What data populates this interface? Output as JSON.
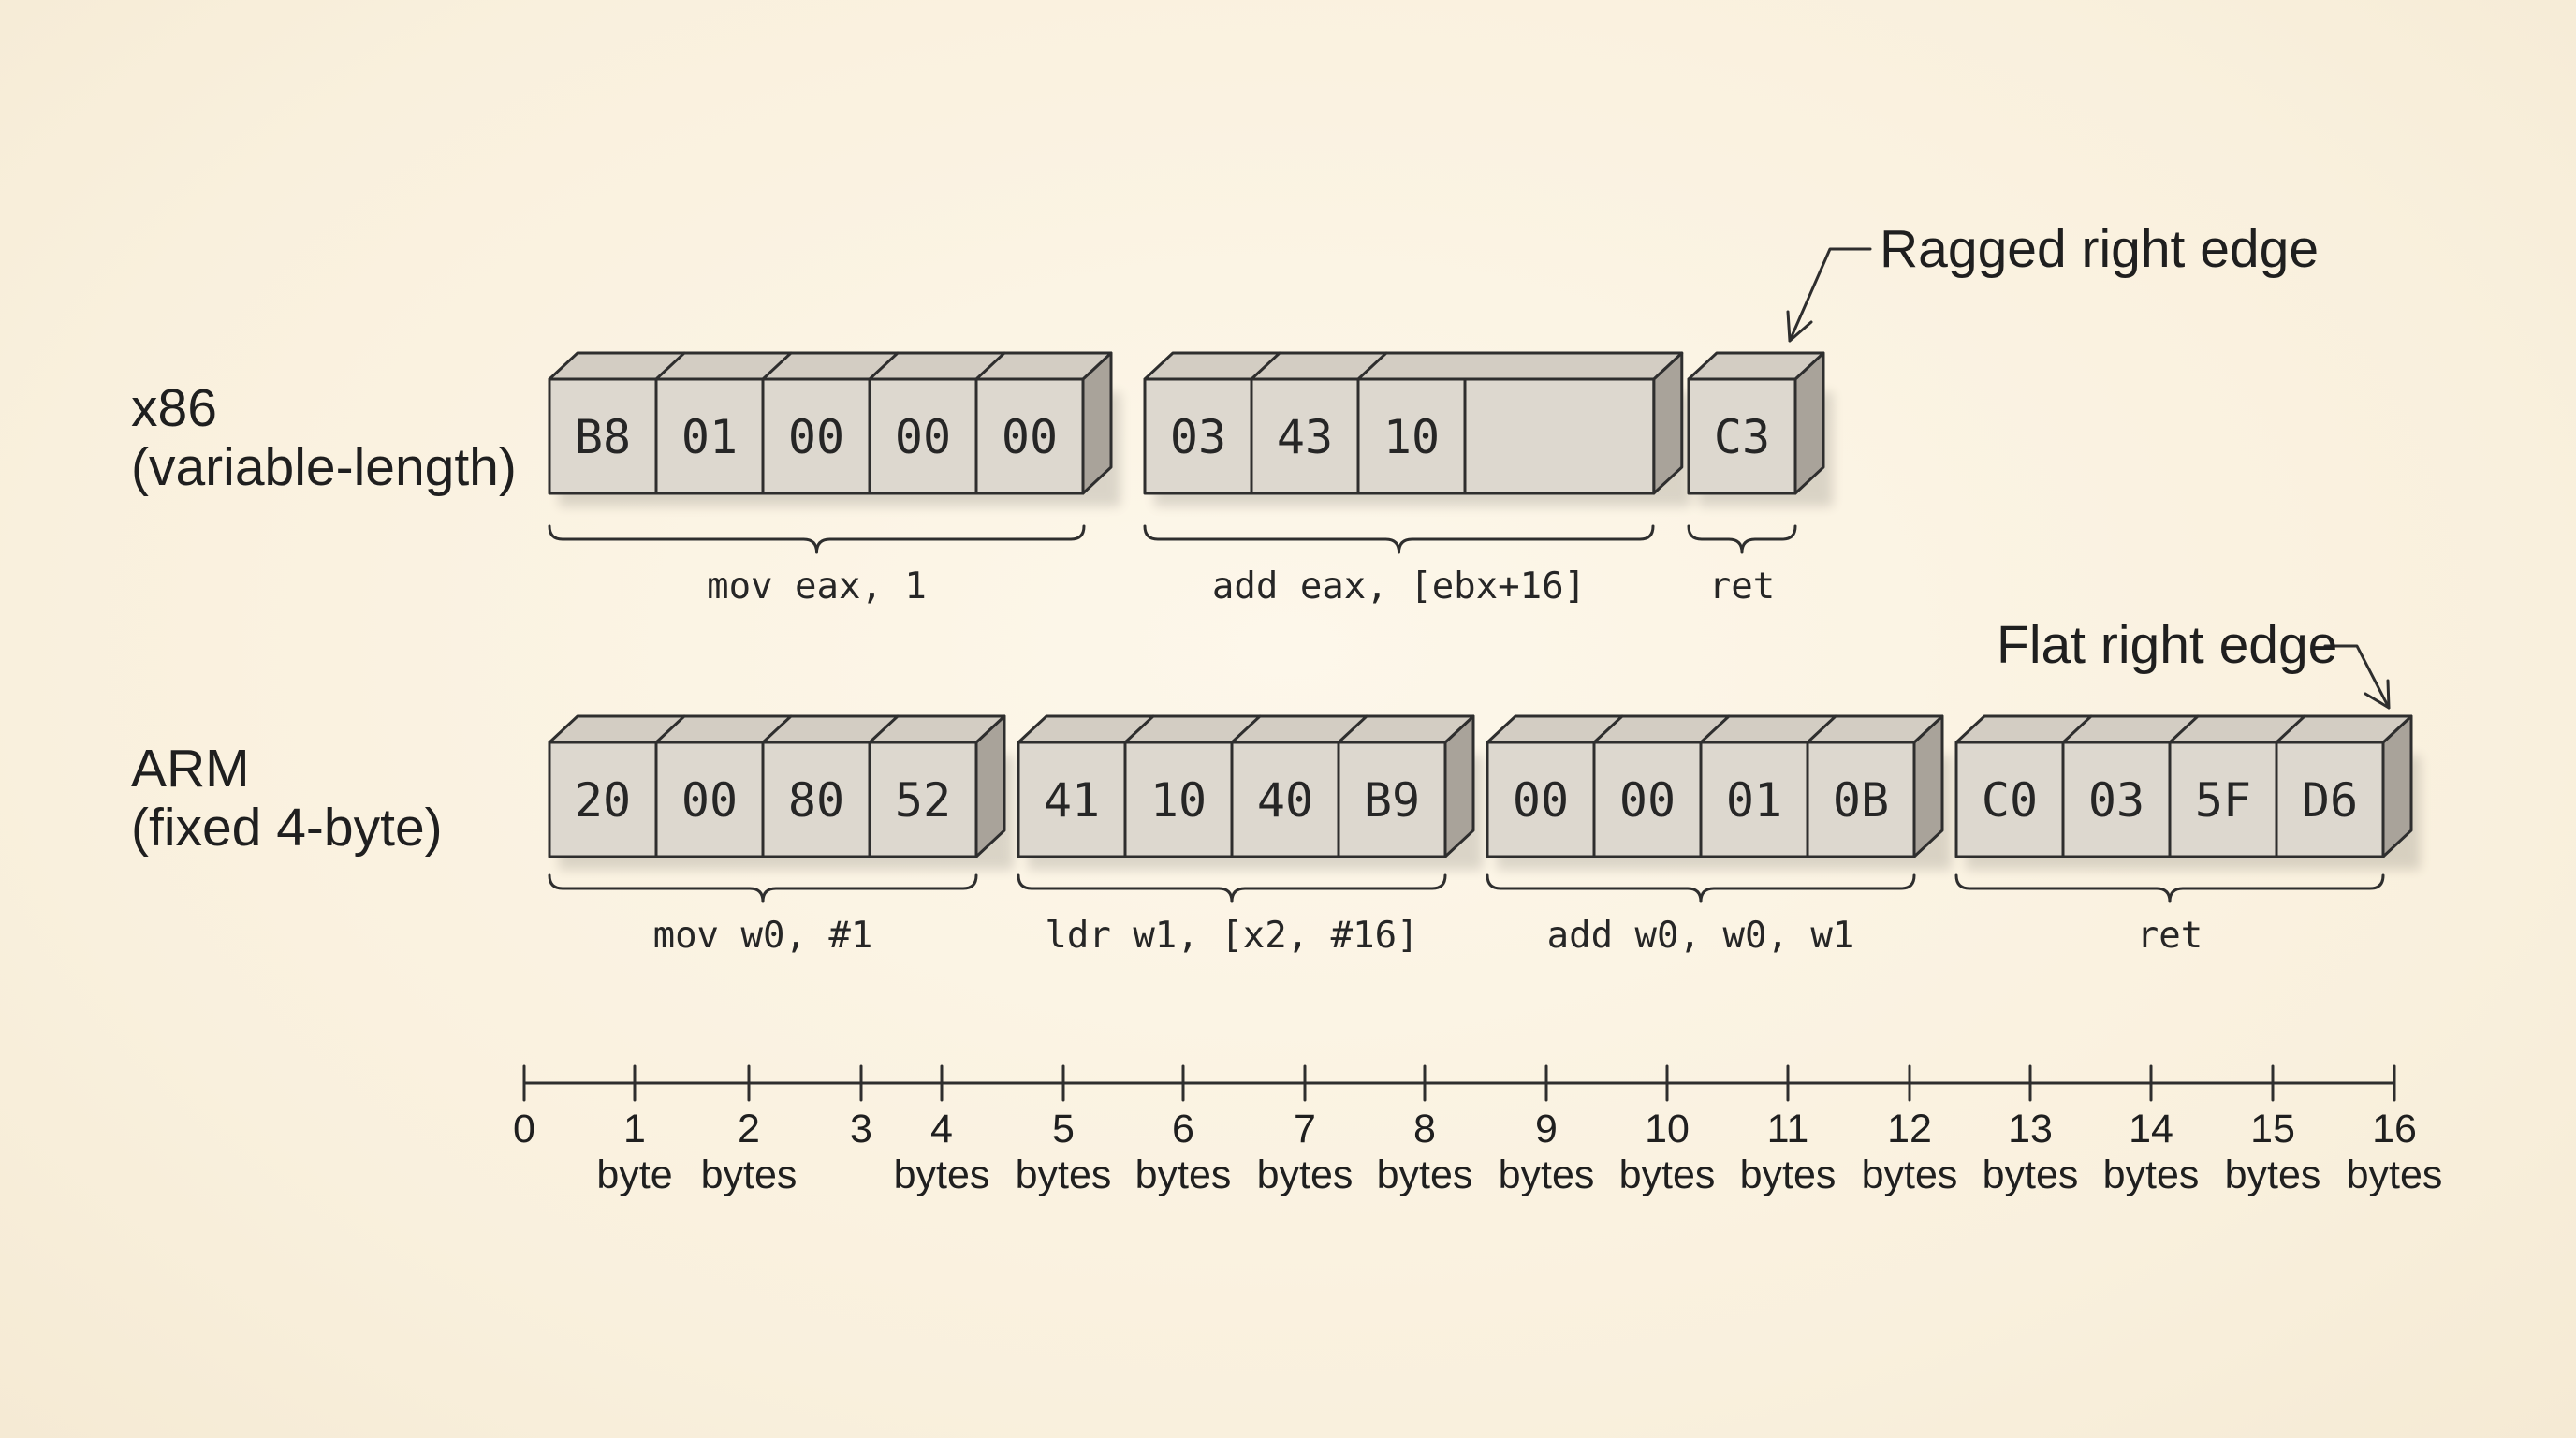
{
  "rows": [
    {
      "id": "x86",
      "label_line1": "x86",
      "label_line2": "(variable-length)",
      "instructions": [
        {
          "name": "mov-eax-1",
          "bytes": [
            "B8",
            "01",
            "00",
            "00",
            "00"
          ],
          "asm": "mov eax, 1"
        },
        {
          "name": "add-eax-ebx16",
          "bytes": [
            "03",
            "43",
            "10"
          ],
          "asm": "add eax, [ebx+16]"
        },
        {
          "name": "ret",
          "bytes": [
            "C3"
          ],
          "asm": "ret"
        }
      ]
    },
    {
      "id": "arm",
      "label_line1": "ARM",
      "label_line2": "(fixed 4-byte)",
      "instructions": [
        {
          "name": "mov-w0-1",
          "bytes": [
            "20",
            "00",
            "80",
            "52"
          ],
          "asm": "mov w0, #1"
        },
        {
          "name": "ldr-w1-x2-16",
          "bytes": [
            "41",
            "10",
            "40",
            "B9"
          ],
          "asm": "ldr w1, [x2, #16]"
        },
        {
          "name": "add-w0-w0-w1",
          "bytes": [
            "00",
            "00",
            "01",
            "0B"
          ],
          "asm": "add w0, w0, w1"
        },
        {
          "name": "ret",
          "bytes": [
            "C0",
            "03",
            "5F",
            "D6"
          ],
          "asm": "ret"
        }
      ]
    }
  ],
  "annotations": {
    "ragged": "Ragged right edge",
    "flat": "Flat right edge"
  },
  "scale": {
    "ticks": [
      {
        "value": "0",
        "unit": ""
      },
      {
        "value": "1",
        "unit": "byte"
      },
      {
        "value": "2",
        "unit": "bytes"
      },
      {
        "value": "3",
        "unit": ""
      },
      {
        "value": "4",
        "unit": "bytes"
      },
      {
        "value": "5",
        "unit": "bytes"
      },
      {
        "value": "6",
        "unit": "bytes"
      },
      {
        "value": "7",
        "unit": "bytes"
      },
      {
        "value": "8",
        "unit": "bytes"
      },
      {
        "value": "9",
        "unit": "bytes"
      },
      {
        "value": "10",
        "unit": "bytes"
      },
      {
        "value": "11",
        "unit": "bytes"
      },
      {
        "value": "12",
        "unit": "bytes"
      },
      {
        "value": "13",
        "unit": "bytes"
      },
      {
        "value": "14",
        "unit": "bytes"
      },
      {
        "value": "15",
        "unit": "bytes"
      },
      {
        "value": "16",
        "unit": "bytes"
      }
    ]
  },
  "colors": {
    "background": "#fbf3e3",
    "byte_face": "#ddd8cf",
    "byte_side": "#a9a39a",
    "ink": "#2e2e2e"
  }
}
